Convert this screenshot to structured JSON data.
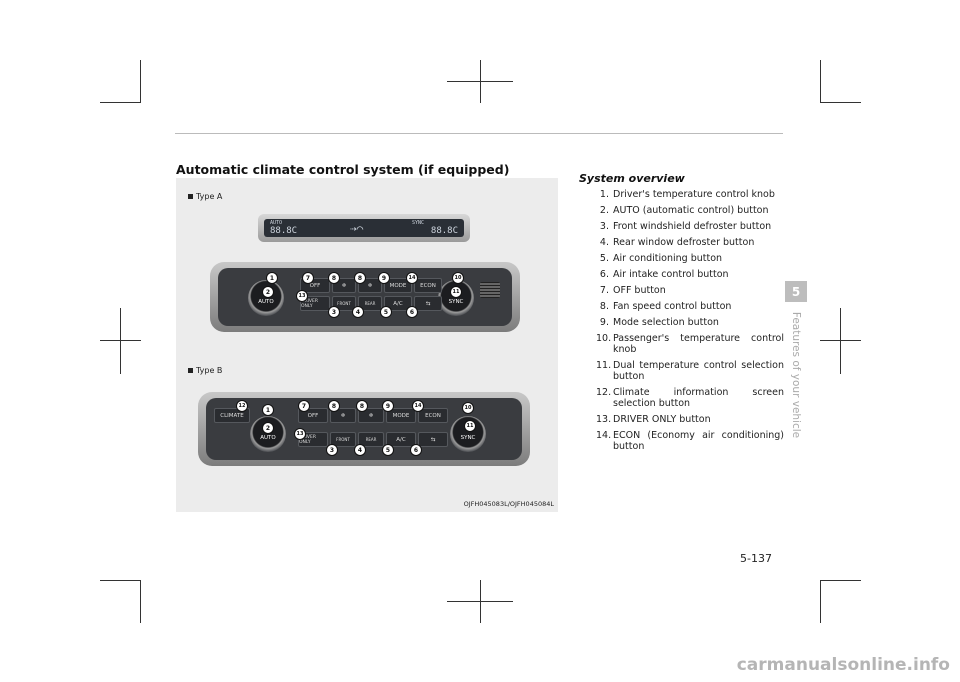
{
  "page": {
    "title": "Automatic climate control system (if equipped)",
    "section_heading": "System overview",
    "chapter_number": "5",
    "chapter_title": "Features of your vehicle",
    "page_number": "5-137",
    "watermark": "carmanualsonline.info"
  },
  "figure": {
    "type_a_label": "Type A",
    "type_b_label": "Type B",
    "code": "OJFH045083L/OJFH045084L",
    "display": {
      "left_temp": "88.8C",
      "right_temp": "88.8C",
      "top_left": "AUTO",
      "top_right": "SYNC"
    },
    "buttons_a": {
      "auto": "AUTO",
      "sync": "SYNC",
      "off": "OFF",
      "mode": "MODE",
      "econ": "ECON",
      "driver_only": "DRIVER ONLY",
      "ac": "A/C",
      "front": "FRONT",
      "rear": "REAR",
      "fan_down": "❄",
      "fan_up": "❄",
      "recirc": "⇆"
    },
    "buttons_b": {
      "climate": "CLIMATE",
      "auto": "AUTO",
      "sync": "SYNC",
      "off": "OFF",
      "mode": "MODE",
      "econ": "ECON",
      "driver_only": "DRIVER ONLY",
      "ac": "A/C",
      "front": "FRONT",
      "rear": "REAR",
      "fan_down": "❄",
      "fan_up": "❄",
      "recirc": "⇆"
    },
    "callouts": {
      "c1": "1",
      "c2": "2",
      "c3": "3",
      "c4": "4",
      "c5": "5",
      "c6": "6",
      "c7": "7",
      "c8": "8",
      "c9": "9",
      "c10": "10",
      "c11": "11",
      "c12": "12",
      "c13": "13",
      "c14": "14"
    }
  },
  "overview_items": [
    {
      "num": "1.",
      "text": "Driver's temperature control knob"
    },
    {
      "num": "2.",
      "text": "AUTO (automatic control) button"
    },
    {
      "num": "3.",
      "text": "Front windshield defroster button"
    },
    {
      "num": "4.",
      "text": "Rear window defroster button"
    },
    {
      "num": "5.",
      "text": "Air conditioning button"
    },
    {
      "num": "6.",
      "text": "Air intake control button"
    },
    {
      "num": "7.",
      "text": "OFF button"
    },
    {
      "num": "8.",
      "text": "Fan speed control button"
    },
    {
      "num": "9.",
      "text": "Mode selection button"
    },
    {
      "num": "10.",
      "text": "Passenger's temperature control knob"
    },
    {
      "num": "11.",
      "text": "Dual temperature control selection button"
    },
    {
      "num": "12.",
      "text": "Climate information screen selection button"
    },
    {
      "num": "13.",
      "text": "DRIVER ONLY button"
    },
    {
      "num": "14.",
      "text": "ECON (Economy air conditioning) button"
    }
  ]
}
